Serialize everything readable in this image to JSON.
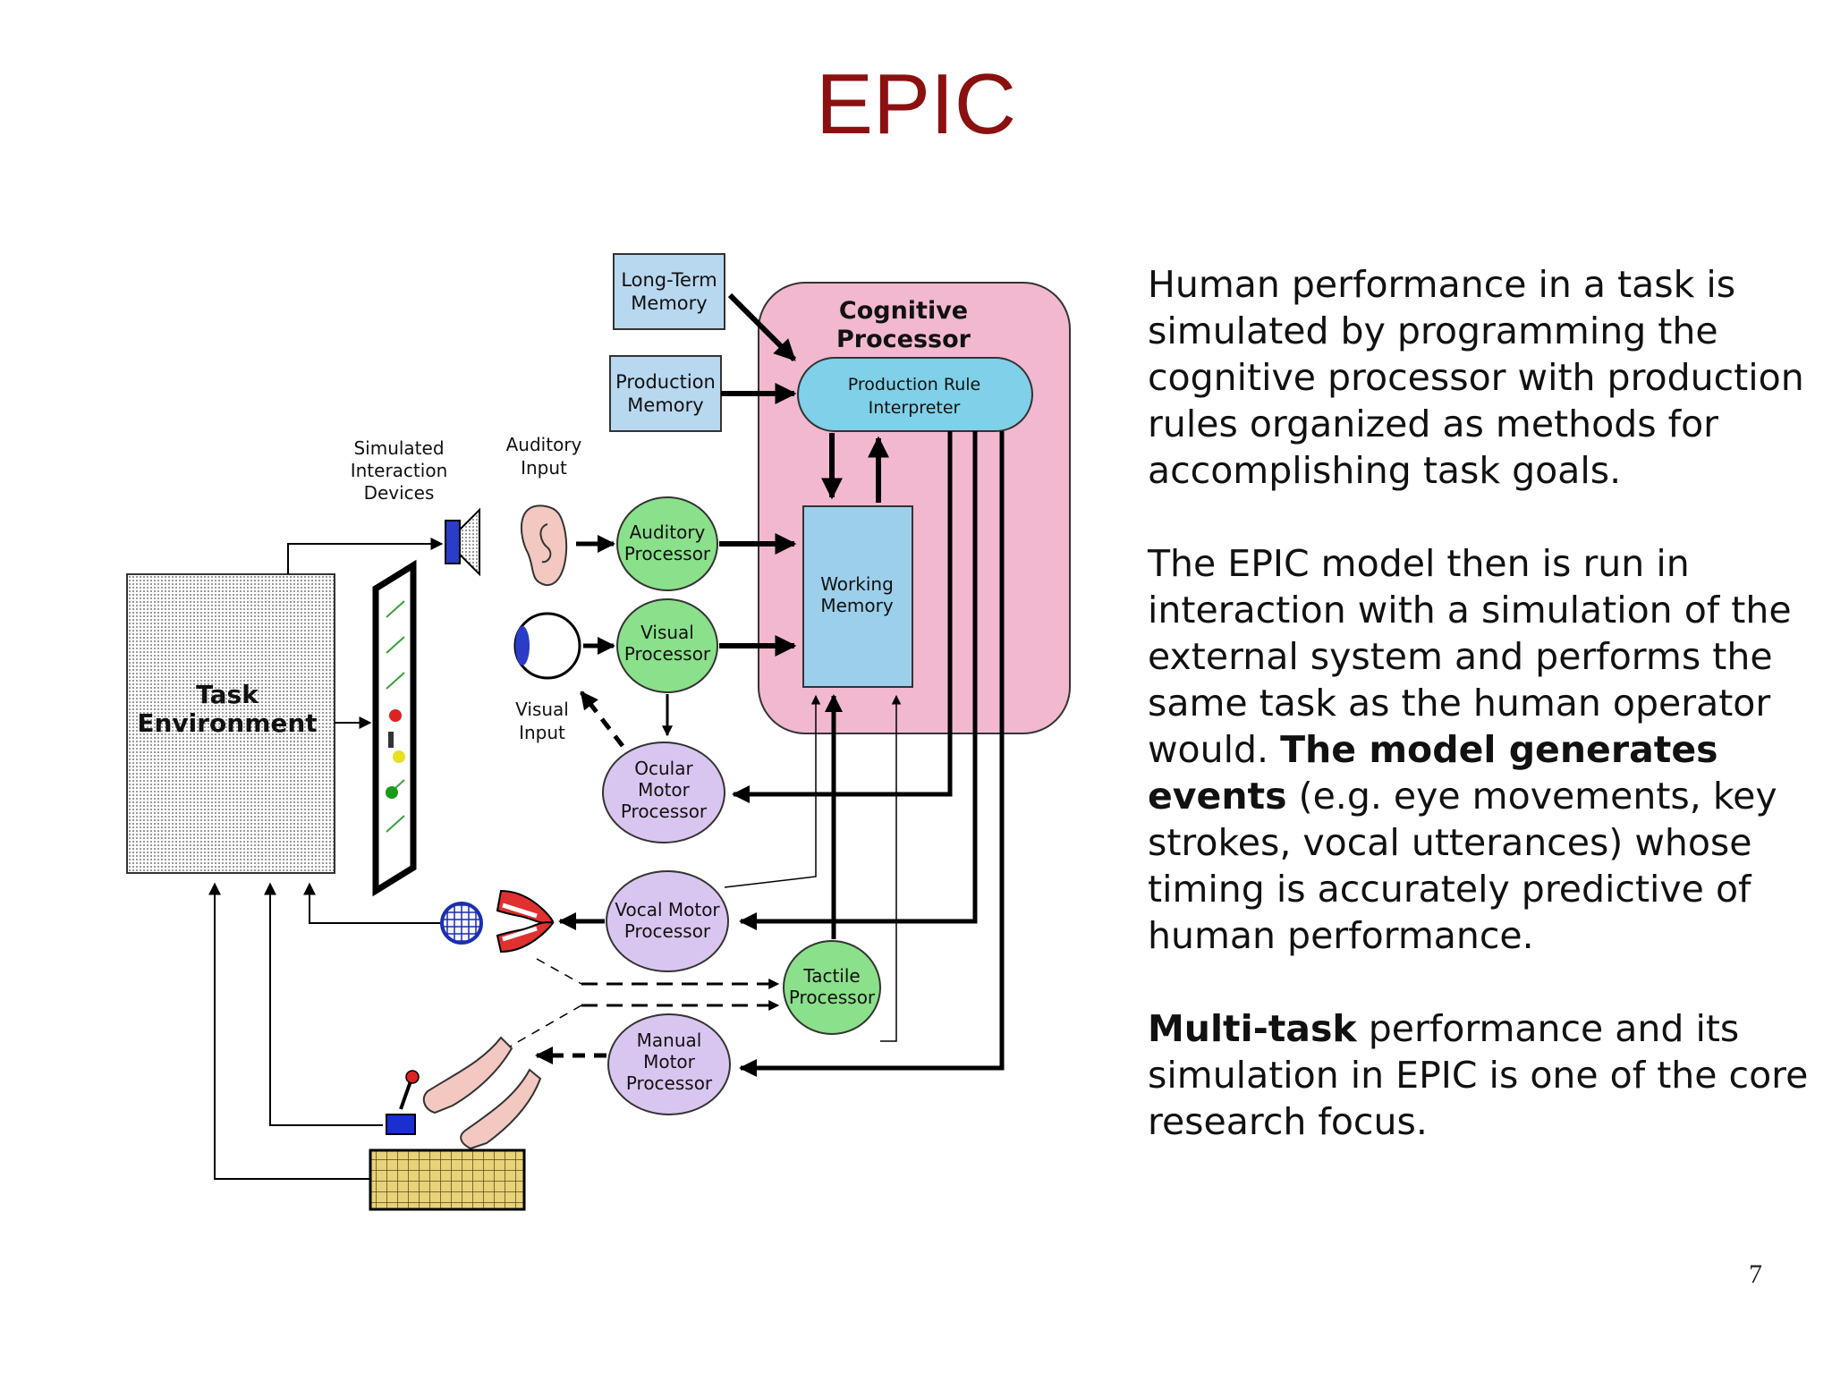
{
  "slide": {
    "title": "EPIC",
    "page_number": "7"
  },
  "diagram": {
    "long_term_memory": [
      "Long-Term",
      "Memory"
    ],
    "production_memory": [
      "Production",
      "Memory"
    ],
    "cognitive_processor": [
      "Cognitive",
      "Processor"
    ],
    "production_rule_interpreter": [
      "Production Rule",
      "Interpreter"
    ],
    "working_memory": [
      "Working",
      "Memory"
    ],
    "simulated_devices": [
      "Simulated",
      "Interaction",
      "Devices"
    ],
    "auditory_input": [
      "Auditory",
      "Input"
    ],
    "visual_input": [
      "Visual",
      "Input"
    ],
    "auditory_processor": [
      "Auditory",
      "Processor"
    ],
    "visual_processor": [
      "Visual",
      "Processor"
    ],
    "ocular_motor_processor": [
      "Ocular",
      "Motor",
      "Processor"
    ],
    "vocal_motor_processor": [
      "Vocal Motor",
      "Processor"
    ],
    "tactile_processor": [
      "Tactile",
      "Processor"
    ],
    "manual_motor_processor": [
      "Manual",
      "Motor",
      "Processor"
    ],
    "task_environment": [
      "Task",
      "Environment"
    ],
    "colors": {
      "memory_box": "#b8d8f0",
      "cognitive_box": "#f2b8cf",
      "interpreter": "#7fd0e8",
      "working_memory": "#9ccfea",
      "sensory_processor": "#8be08b",
      "motor_processor": "#d9c6f0",
      "task_environment": "#d0d0d0",
      "keyboard": "#e8d27a",
      "title": "#8b1010"
    }
  },
  "text": {
    "p1": "Human performance in a task is simulated by programming the cognitive processor with production rules organized as methods for accomplishing task goals.",
    "p2_a": "The EPIC model then is run in interaction with a simulation of the external system and performs the same task as the human operator would. ",
    "p2_bold": "The model generates events",
    "p2_b": " (e.g. eye movements, key strokes, vocal utterances) whose timing is accurately predictive of human performance.",
    "p3_bold": "Multi-task",
    "p3_rest": " performance and its simulation in EPIC is one of the core research focus."
  }
}
